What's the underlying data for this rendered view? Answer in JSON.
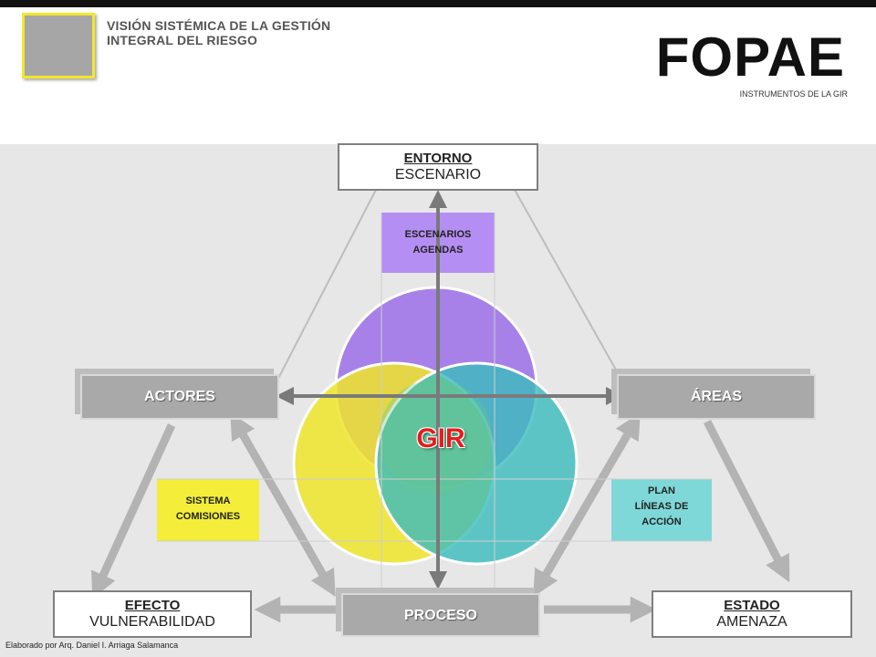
{
  "header": {
    "title": "VISIÓN SISTÉMICA DE LA GESTIÓN INTEGRAL DEL RIESGO",
    "brand": "FOPAE",
    "brand_subtitle": "INSTRUMENTOS DE LA GIR"
  },
  "diagram": {
    "center_label": "GIR",
    "entorno": {
      "title": "ENTORNO",
      "subtitle": "ESCENARIO"
    },
    "efecto": {
      "title": "EFECTO",
      "subtitle": "VULNERABILIDAD"
    },
    "estado": {
      "title": "ESTADO",
      "subtitle": "AMENAZA"
    },
    "actores": "ACTORES",
    "areas": "ÁREAS",
    "proceso": "PROCESO",
    "escenarios": {
      "line1": "ESCENARIOS",
      "line2": "AGENDAS"
    },
    "sistema": {
      "line1": "SISTEMA",
      "line2": "COMISIONES"
    },
    "plan": {
      "line1": "PLAN",
      "line2": "LÍNEAS DE",
      "line3": "ACCIÓN"
    },
    "colors": {
      "purple": "#9b6fe6",
      "yellow": "#efe52a",
      "teal": "#3bbcbd",
      "purple_box": "#b48ef2",
      "yellow_box": "#f4ee3a",
      "teal_box": "#7fd8d8",
      "gir_red": "#e31e1e"
    }
  },
  "footer": {
    "credit": "Elaborado por Arq. Daniel I. Arriaga Salamanca"
  }
}
